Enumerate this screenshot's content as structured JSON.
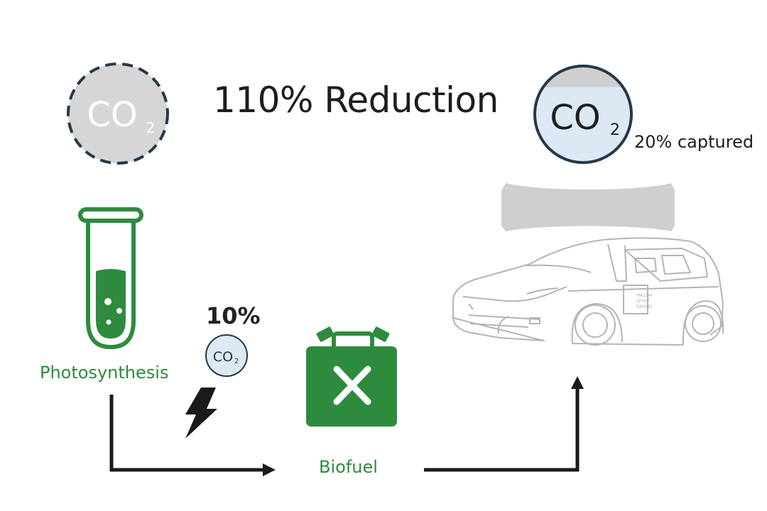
{
  "headline": "110% Reduction",
  "co2_label": {
    "main": "CO",
    "subscript": "2"
  },
  "captured": {
    "label": "20% captured",
    "fraction": 0.2
  },
  "photosynthesis": {
    "label": "Photosynthesis"
  },
  "emission": {
    "percent_label": "10%"
  },
  "biofuel": {
    "label": "Biofuel"
  },
  "car": {
    "badge_lines": [
      "MAZDA",
      "SPIRIT",
      "RACING"
    ]
  },
  "colors": {
    "green": "#2e8b3e",
    "gray_fill": "#d6d6d6",
    "navy": "#25384a",
    "light_blue": "#dce9f5",
    "dark_text": "#1d1d1d"
  },
  "icons": [
    "co2-dashed-circle-icon",
    "co2-captured-circle-icon",
    "co2-small-circle-icon",
    "test-tube-icon",
    "lightning-bolt-icon",
    "fuel-can-icon",
    "filter-capsule-icon",
    "car-icon"
  ]
}
